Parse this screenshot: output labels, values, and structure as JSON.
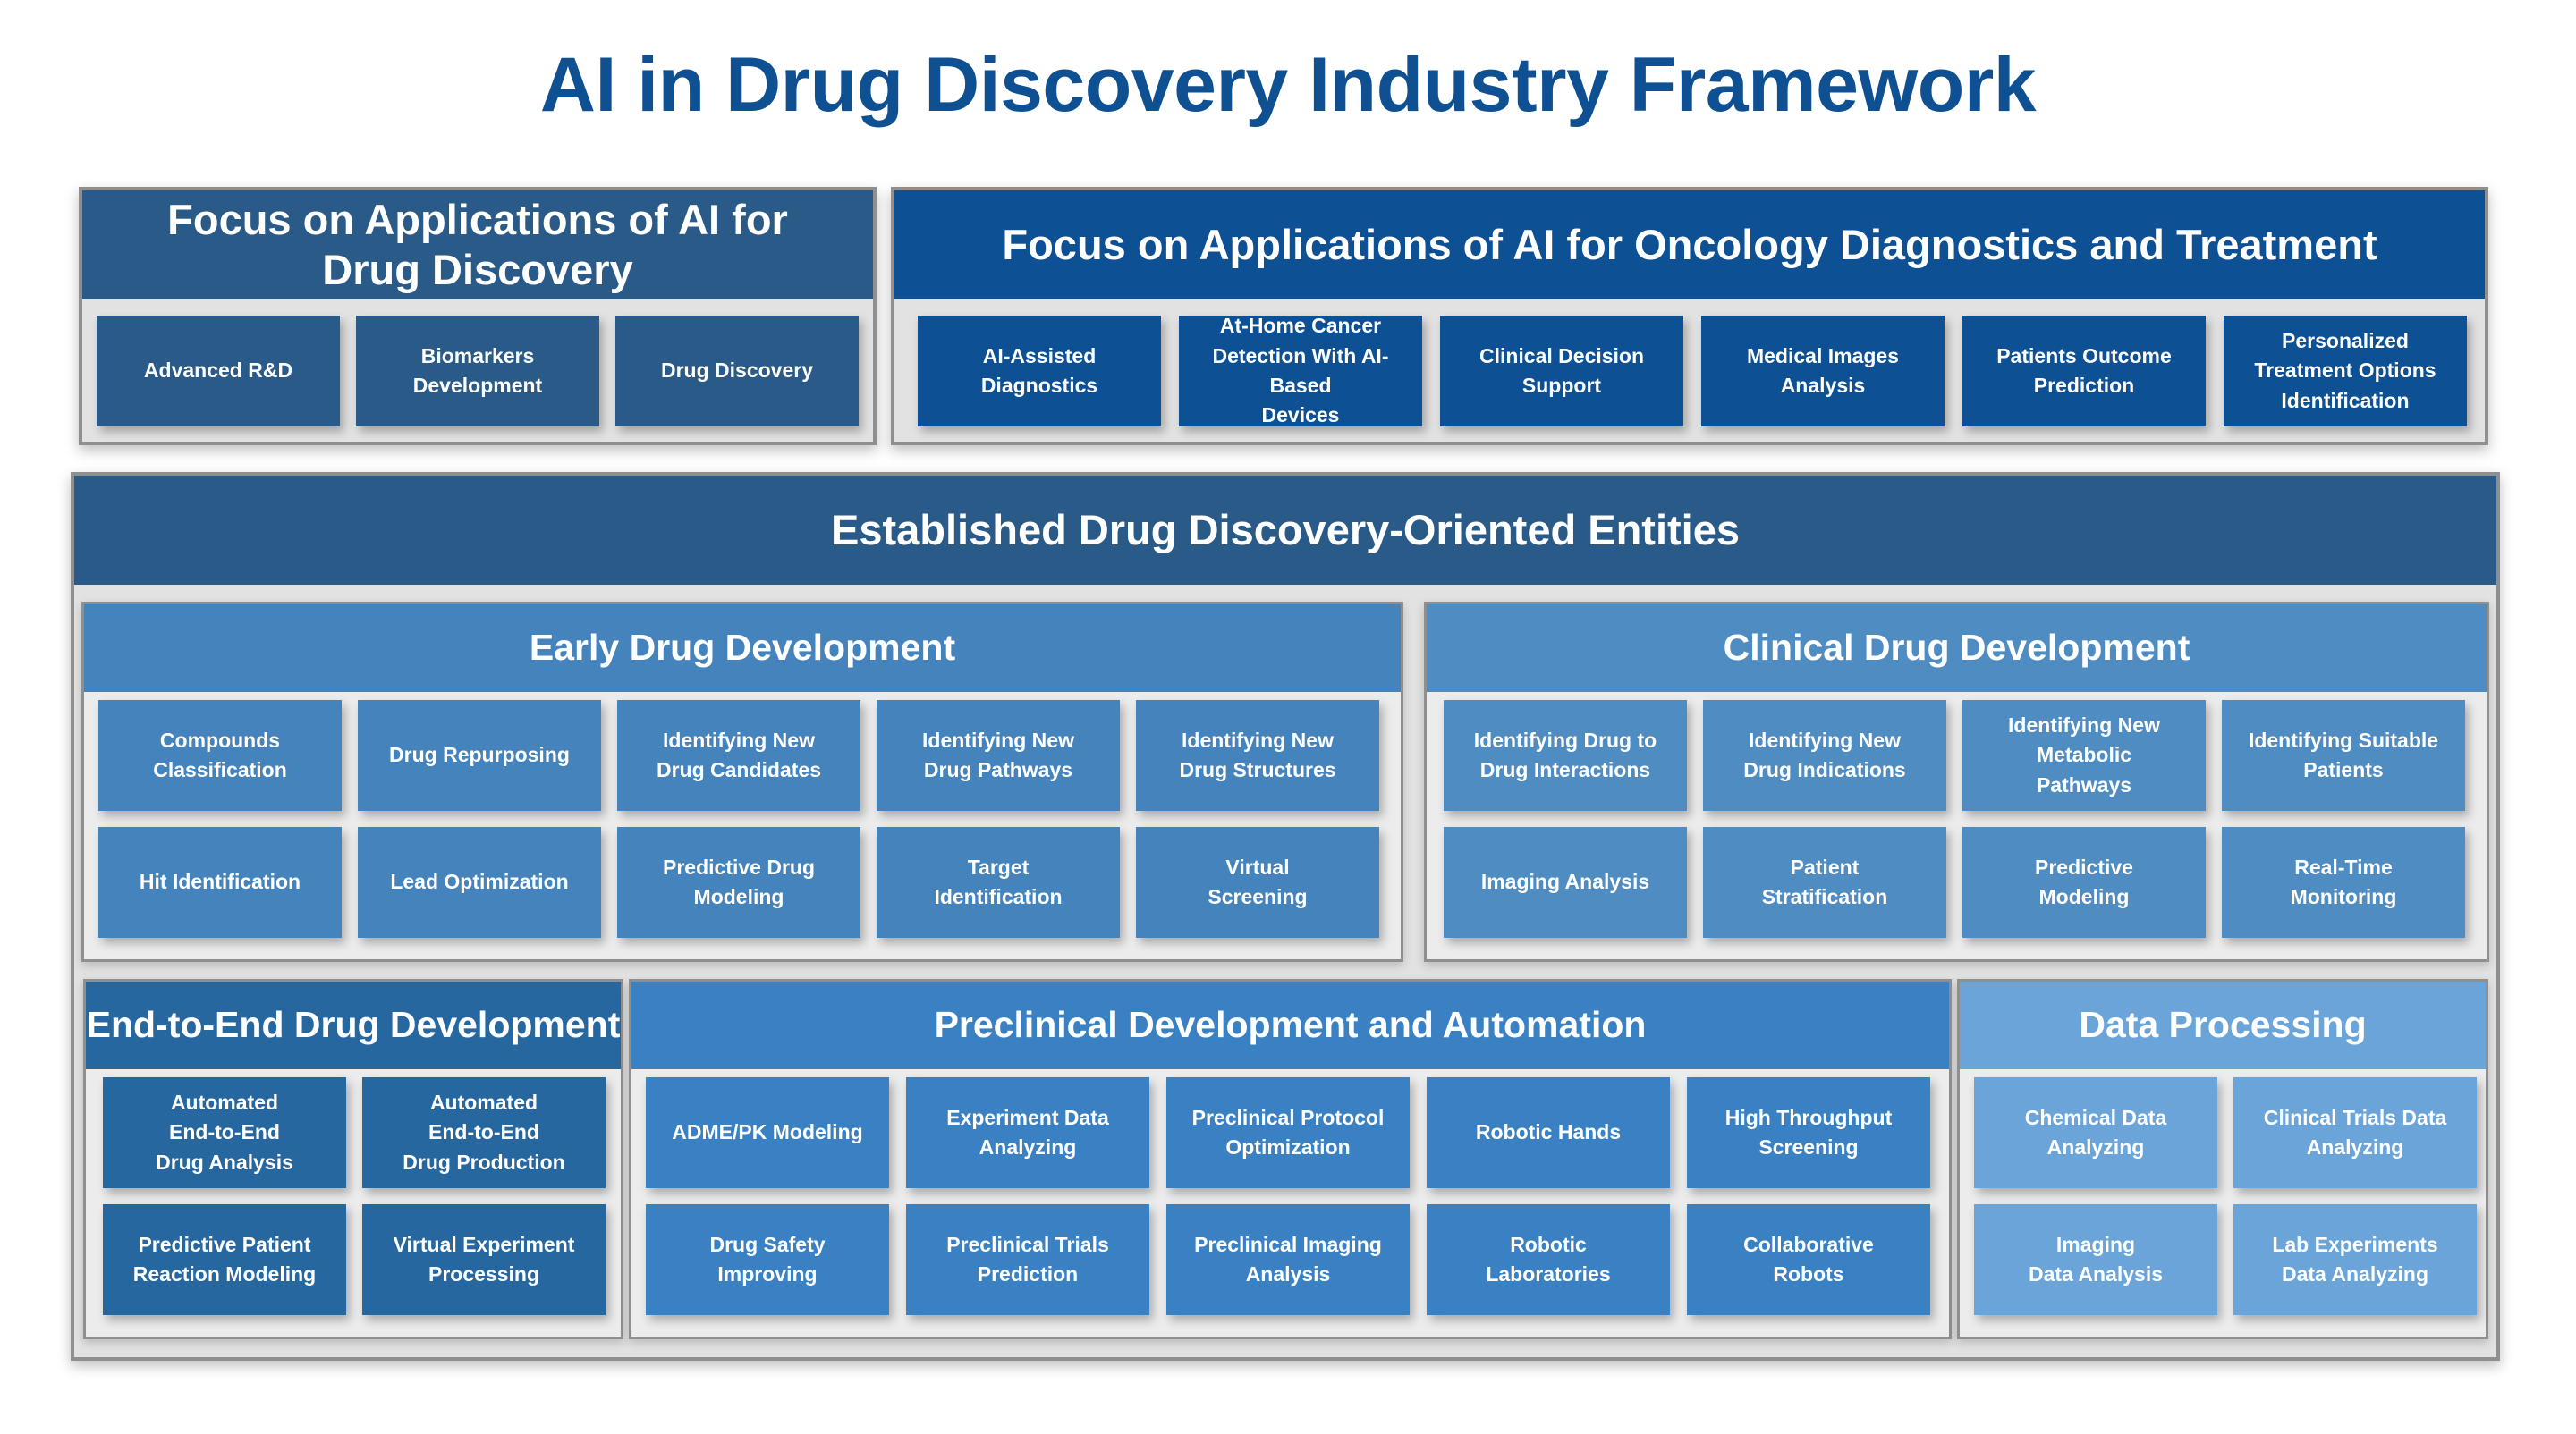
{
  "title": "AI in Drug Discovery Industry Framework",
  "colors": {
    "title": "#0e5091",
    "drug_discovery_focus": "#2a5b88",
    "oncology_focus": "#0d5093",
    "established": "#2a5b88",
    "early": "#4483bb",
    "clinical": "#4f8cc2",
    "end_to_end": "#2767a0",
    "preclinical": "#3a81c3",
    "data_processing": "#6aa4d9"
  },
  "top_sections": {
    "drug_discovery_focus": {
      "title": "Focus on Applications of AI for Drug Discovery",
      "items": [
        "Advanced R&D",
        "Biomarkers\nDevelopment",
        "Drug Discovery"
      ]
    },
    "oncology_focus": {
      "title": "Focus on Applications of AI for Oncology Diagnostics and Treatment",
      "items": [
        "AI-Assisted\nDiagnostics",
        "At-Home Cancer\nDetection With AI-Based\nDevices",
        "Clinical Decision\nSupport",
        "Medical Images\nAnalysis",
        "Patients Outcome\nPrediction",
        "Personalized\nTreatment Options\nIdentification"
      ]
    }
  },
  "established": {
    "title": "Established Drug Discovery-Oriented Entities",
    "early": {
      "title": "Early Drug Development",
      "items": [
        "Compounds\nClassification",
        "Drug Repurposing",
        "Identifying New\nDrug Candidates",
        "Identifying New\nDrug Pathways",
        "Identifying New\nDrug Structures",
        "Hit Identification",
        "Lead Optimization",
        "Predictive Drug\nModeling",
        "Target\nIdentification",
        "Virtual\nScreening"
      ]
    },
    "clinical": {
      "title": "Clinical Drug Development",
      "items": [
        "Identifying Drug to\nDrug Interactions",
        "Identifying New\nDrug Indications",
        "Identifying New\nMetabolic\nPathways",
        "Identifying Suitable\nPatients",
        "Imaging Analysis",
        "Patient\nStratification",
        "Predictive\nModeling",
        "Real-Time\nMonitoring"
      ]
    },
    "end_to_end": {
      "title": "End-to-End Drug Development",
      "items": [
        "Automated\nEnd-to-End\nDrug Analysis",
        "Automated\nEnd-to-End\nDrug Production",
        "Predictive Patient\nReaction Modeling",
        "Virtual Experiment\nProcessing"
      ]
    },
    "preclinical": {
      "title": "Preclinical Development and Automation",
      "items": [
        "ADME/PK Modeling",
        "Experiment Data\nAnalyzing",
        "Preclinical Protocol\nOptimization",
        "Robotic Hands",
        "High Throughput\nScreening",
        "Drug Safety\nImproving",
        "Preclinical Trials\nPrediction",
        "Preclinical Imaging\nAnalysis",
        "Robotic\nLaboratories",
        "Collaborative\nRobots"
      ]
    },
    "data_processing": {
      "title": "Data Processing",
      "items": [
        "Chemical Data\nAnalyzing",
        "Clinical Trials Data\nAnalyzing",
        "Imaging\nData Analysis",
        "Lab Experiments\nData Analyzing"
      ]
    }
  }
}
